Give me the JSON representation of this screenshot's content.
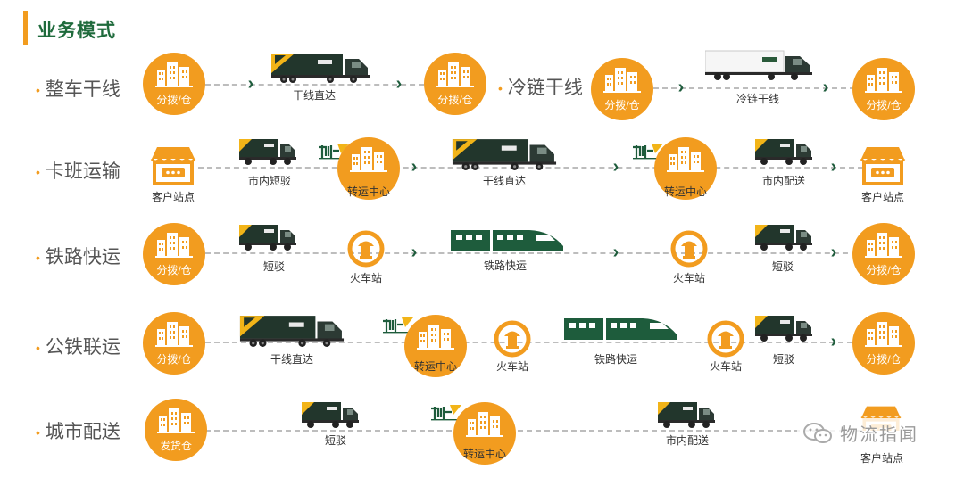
{
  "header": {
    "title": "业务模式"
  },
  "rows": [
    {
      "label": "整车干线",
      "nodes": [
        "分拨/仓",
        "分拨/仓"
      ],
      "captions": [
        "干线直达"
      ]
    },
    {
      "label": "冷链干线",
      "nodes": [
        "分拨/仓",
        "分拨/仓"
      ],
      "captions": [
        "冷链干线"
      ]
    },
    {
      "label": "卡班运输",
      "nodes": [
        "客户站点",
        "转运中心",
        "转运中心",
        "客户站点"
      ],
      "captions": [
        "市内短驳",
        "干线直达",
        "市内配送"
      ]
    },
    {
      "label": "铁路快运",
      "nodes": [
        "分拨/仓",
        "火车站",
        "火车站",
        "分拨/仓"
      ],
      "captions": [
        "短驳",
        "铁路快运",
        "短驳"
      ]
    },
    {
      "label": "公铁联运",
      "nodes": [
        "分拨/仓",
        "转运中心",
        "火车站",
        "火车站",
        "分拨/仓"
      ],
      "captions": [
        "干线直达",
        "铁路快运",
        "短驳"
      ]
    },
    {
      "label": "城市配送",
      "nodes": [
        "发货仓",
        "转运中心",
        "客户站点"
      ],
      "captions": [
        "短驳",
        "市内配送"
      ]
    }
  ],
  "icons": {
    "hub": "warehouse-building-icon",
    "station": "railway-station-icon",
    "store": "store-icon",
    "truck": "truck-icon",
    "train": "high-speed-train-icon",
    "next": "chevron-right-icon"
  },
  "colors": {
    "accent_orange": "#f29c1f",
    "dark_green": "#1e5c3c",
    "title_green": "#1f6b3c"
  },
  "watermark": {
    "text": "物流指闻"
  }
}
